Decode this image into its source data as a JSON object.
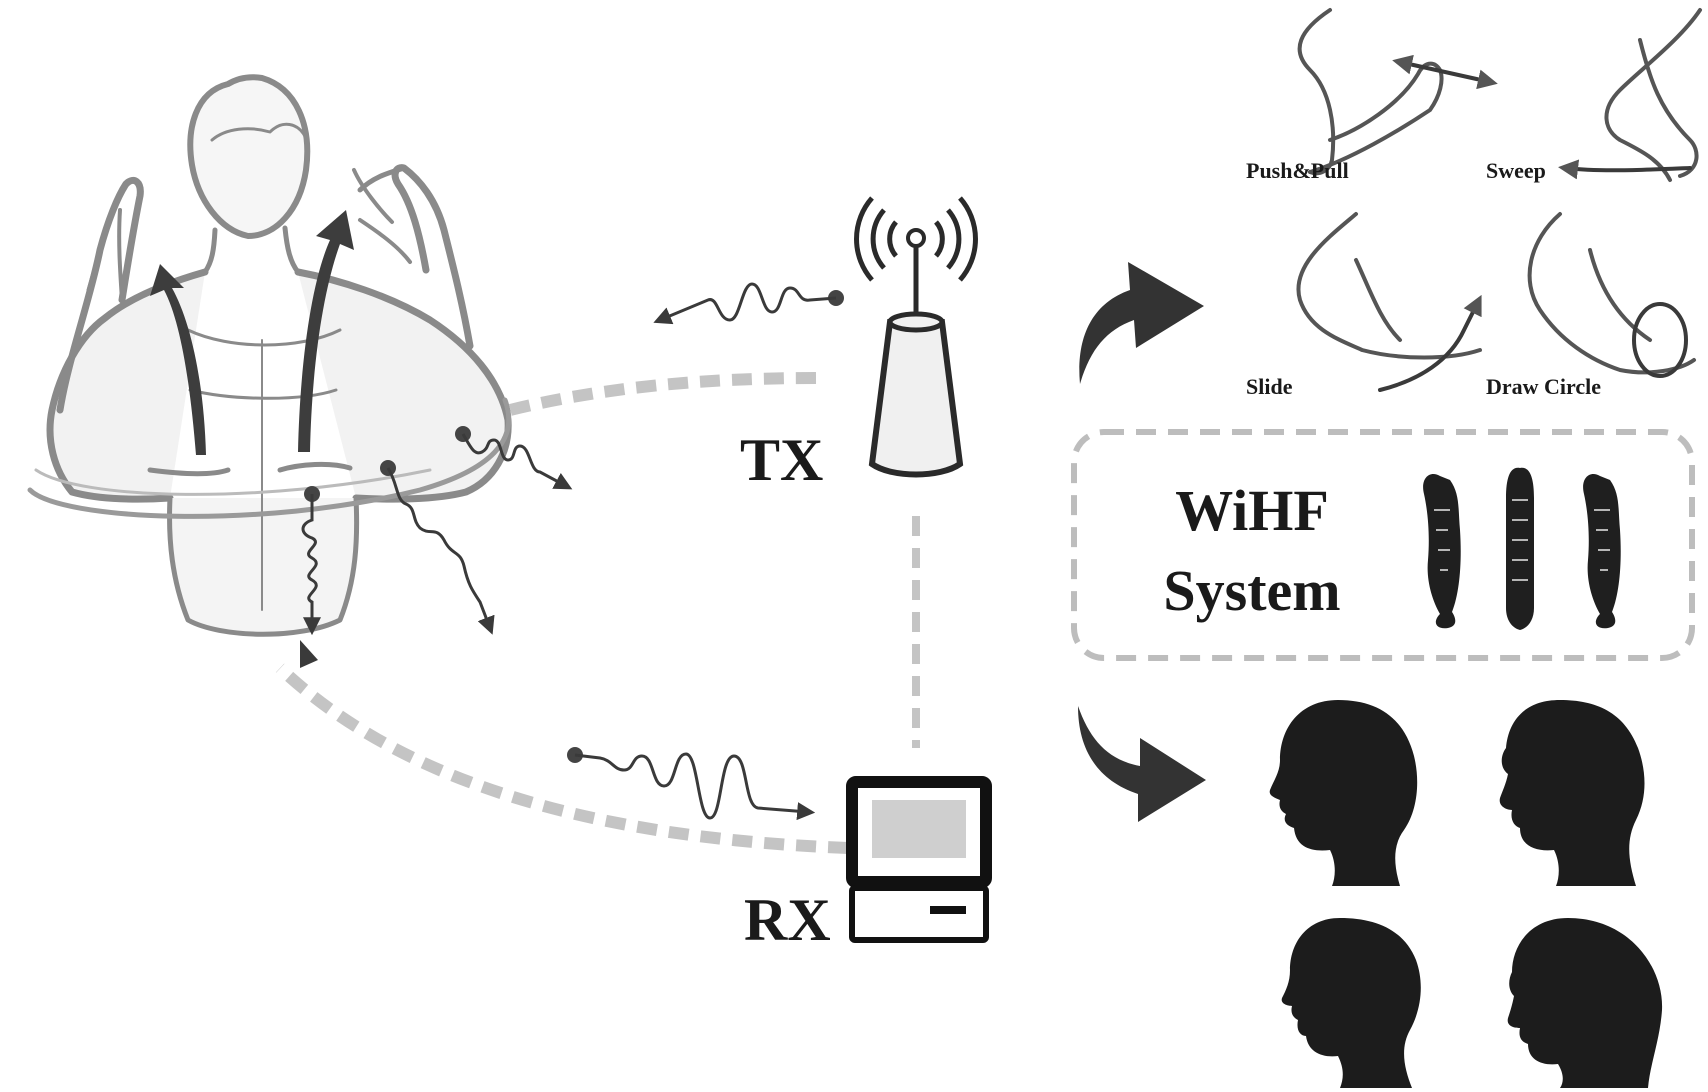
{
  "diagram": {
    "tx_label": "TX",
    "rx_label": "RX",
    "system_title_line1": "WiHF",
    "system_title_line2": "System",
    "gestures": [
      {
        "label": "Push&Pull"
      },
      {
        "label": "Sweep"
      },
      {
        "label": "Slide"
      },
      {
        "label": "Draw Circle"
      }
    ],
    "icons": {
      "transmitter": "wifi-router-icon",
      "receiver": "computer-icon",
      "human": "human-torso-sketch",
      "seal": "ancient-seal-icon",
      "users": "head-silhouette-icon"
    },
    "colors": {
      "ink": "#1a1a1a",
      "dash": "#c4c4c4",
      "arrow": "#3a3a3a",
      "sketch": "#8a8a8a"
    }
  }
}
